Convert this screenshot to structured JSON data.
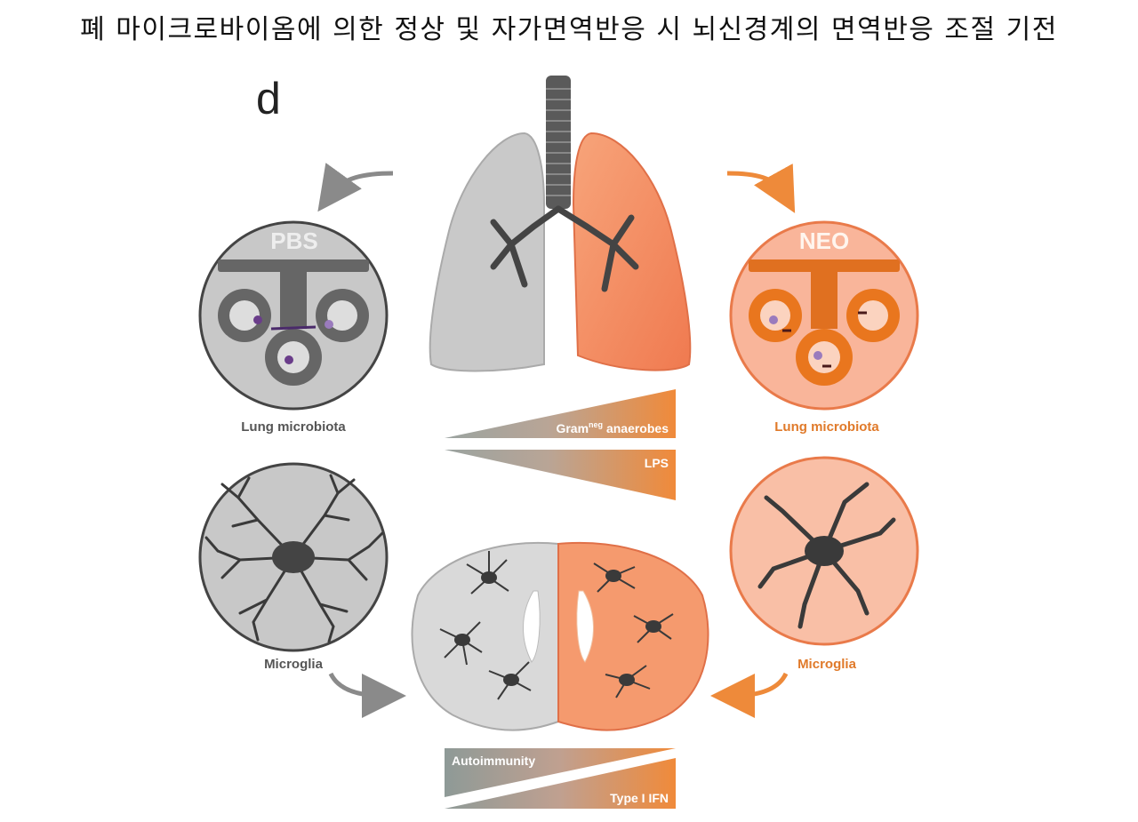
{
  "title": "폐 마이크로바이옴에 의한 정상 및 자가면역반응 시 뇌신경계의 면역반응 조절 기전",
  "panel_letter": "d",
  "left_circle_label": "PBS",
  "right_circle_label": "NEO",
  "lung_microbiota_left": "Lung microbiota",
  "lung_microbiota_right": "Lung microbiota",
  "microglia_left": "Microglia",
  "microglia_right": "Microglia",
  "gradient_top_1_base": "Gram",
  "gradient_top_1_sup": "neg",
  "gradient_top_1_rest": " anaerobes",
  "gradient_top_2": "LPS",
  "gradient_bottom_1": "Autoimmunity",
  "gradient_bottom_2": "Type I IFN",
  "colors": {
    "control_gray": "#8c8c8c",
    "neo_orange": "#ef8a4a",
    "neo_label": "#e07a2a",
    "gray_label": "#555555"
  }
}
